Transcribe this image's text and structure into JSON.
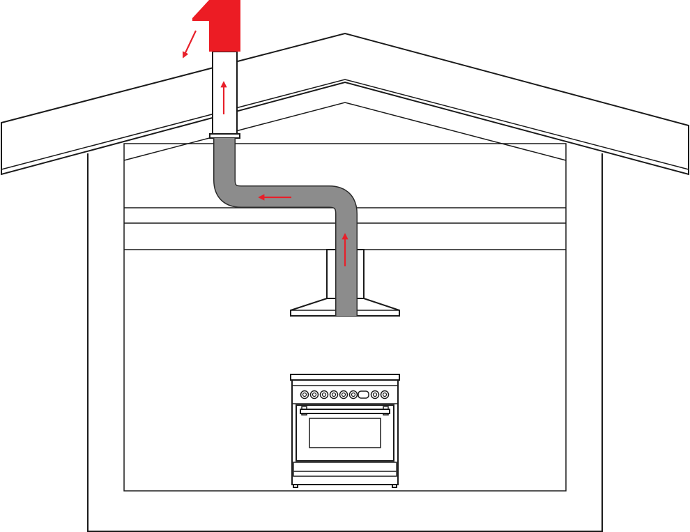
{
  "diagram": {
    "subject": "range-hood-vertical-roof-venting",
    "colors": {
      "airflow_arrow": "#e8202a",
      "roof_cap": "#ec1c24",
      "duct_fill": "#8c8c8c",
      "duct_edge": "#2a2a2a",
      "line": "#1a1a1a",
      "background": "#ffffff"
    },
    "components": [
      {
        "id": "roof",
        "icon": "gable-roof"
      },
      {
        "id": "house-walls",
        "icon": "house-outline"
      },
      {
        "id": "ceiling-joist",
        "icon": "beam"
      },
      {
        "id": "roof-vent-cap",
        "icon": "vent-cap"
      },
      {
        "id": "vent-pipe",
        "icon": "straight-pipe"
      },
      {
        "id": "ductwork",
        "icon": "offset-duct"
      },
      {
        "id": "range-hood",
        "icon": "chimney-hood"
      },
      {
        "id": "range-stove",
        "icon": "stove-with-oven"
      }
    ],
    "airflow_arrows": [
      {
        "id": "arrow-exhaust-outside",
        "direction": "down-left"
      },
      {
        "id": "arrow-pipe-up",
        "direction": "up"
      },
      {
        "id": "arrow-duct-left",
        "direction": "left"
      },
      {
        "id": "arrow-hood-up",
        "direction": "up"
      }
    ],
    "stove": {
      "control_knobs": 8,
      "display_count": 1
    }
  }
}
